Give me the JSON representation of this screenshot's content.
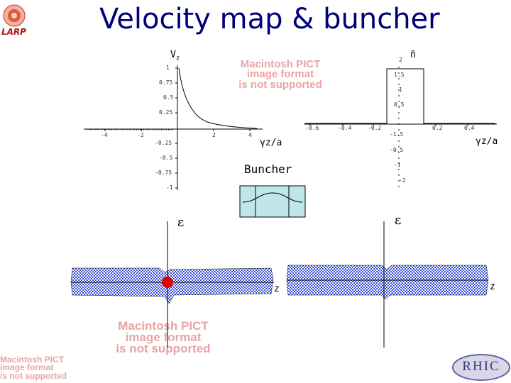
{
  "title": "Velocity map & buncher",
  "logos": {
    "top_left": "LARP",
    "bottom_right": "RHIC"
  },
  "pict_notice": {
    "line1": "Macintosh PICT",
    "line2": "image format",
    "line3": "is not supported"
  },
  "left_plot": {
    "ylabel": "V",
    "ylabel_sub": "z",
    "xlabel": "γz/a",
    "y_ticks": [
      "1",
      "0.75",
      "0.5",
      "0.25",
      "-0.25",
      "-0.5",
      "-0.75",
      "-1"
    ],
    "x_ticks": [
      "-4",
      "-2",
      "2",
      "4"
    ]
  },
  "right_plot": {
    "ylabel": "ñ",
    "xlabel": "γz/a",
    "y_ticks": [
      "2",
      "1.5",
      "1",
      "0.5",
      "-0.5",
      "-1",
      "-1.5",
      "-2"
    ],
    "x_ticks": [
      "-0.6",
      "-0.4",
      "-0.2",
      "0.2",
      "0.4"
    ]
  },
  "buncher": {
    "label": "Buncher"
  },
  "phase_space": {
    "left_ylabel": "ε",
    "left_xlabel": "z",
    "right_ylabel": "ε",
    "right_xlabel": "z",
    "particle_color": "#dd0000",
    "band_color": "#3b4fd8"
  }
}
